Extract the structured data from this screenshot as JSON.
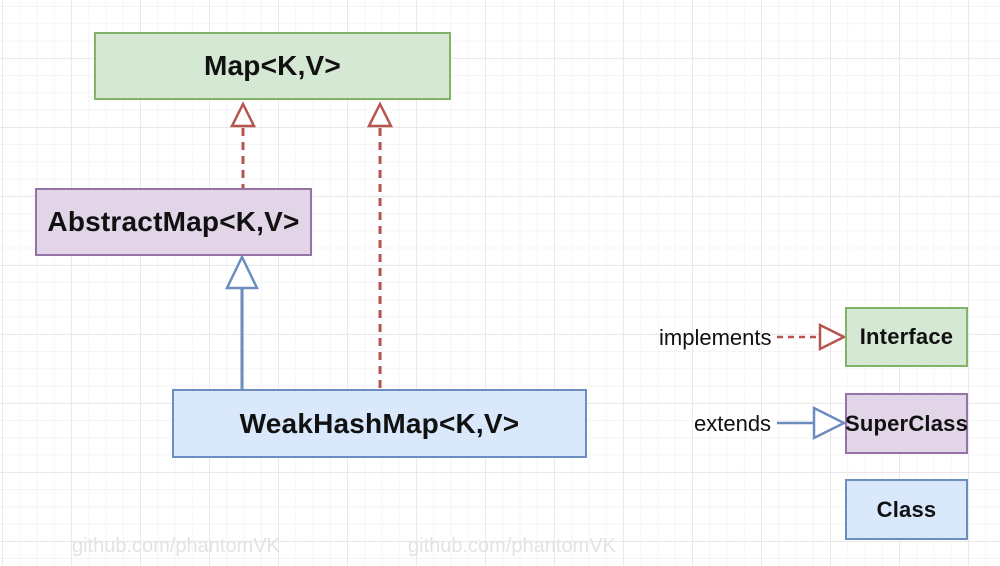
{
  "diagram": {
    "nodes": [
      {
        "label": "Map<K,V>",
        "kind": "interface"
      },
      {
        "label": "AbstractMap<K,V>",
        "kind": "superclass"
      },
      {
        "label": "WeakHashMap<K,V>",
        "kind": "class"
      }
    ],
    "edges": [
      {
        "from": "AbstractMap<K,V>",
        "to": "Map<K,V>",
        "relation": "implements",
        "style": "dashed"
      },
      {
        "from": "WeakHashMap<K,V>",
        "to": "Map<K,V>",
        "relation": "implements",
        "style": "dashed"
      },
      {
        "from": "WeakHashMap<K,V>",
        "to": "AbstractMap<K,V>",
        "relation": "extends",
        "style": "solid"
      }
    ]
  },
  "legend": {
    "implements_label": "implements",
    "extends_label": "extends",
    "interface_box": "Interface",
    "superclass_box": "SuperClass",
    "class_box": "Class"
  },
  "watermarks": [
    "github.com/phantomVK",
    "github.com/phantomVK"
  ],
  "colors": {
    "interface_fill": "#d5e8d4",
    "interface_border": "#82b366",
    "superclass_fill": "#e1d5e7",
    "superclass_border": "#9673a6",
    "class_fill": "#dae8fc",
    "class_border": "#6c8ebf",
    "implements_arrow": "#b85450",
    "extends_arrow": "#6c8ebf",
    "text": "#111111",
    "watermark": "#e3e3e3"
  }
}
